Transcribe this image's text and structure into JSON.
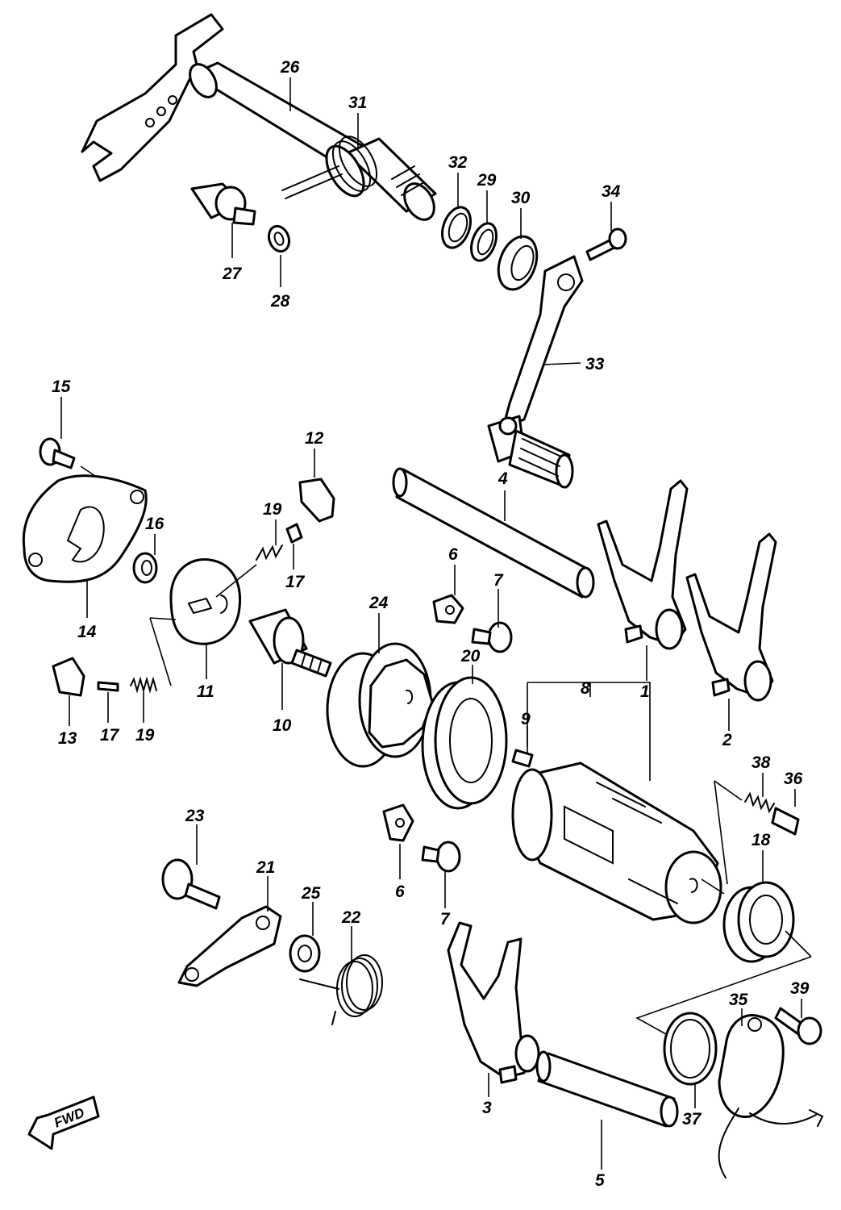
{
  "figure": {
    "fwd_label": "FWD",
    "callouts": {
      "p1": "1",
      "p2": "2",
      "p3": "3",
      "p4": "4",
      "p5": "5",
      "p6a": "6",
      "p6b": "6",
      "p7a": "7",
      "p7b": "7",
      "p8": "8",
      "p9": "9",
      "p10": "10",
      "p11": "11",
      "p12": "12",
      "p13": "13",
      "p14": "14",
      "p15": "15",
      "p16": "16",
      "p17a": "17",
      "p17b": "17",
      "p18": "18",
      "p19a": "19",
      "p19b": "19",
      "p20": "20",
      "p21": "21",
      "p22": "22",
      "p23": "23",
      "p24": "24",
      "p25": "25",
      "p26": "26",
      "p27": "27",
      "p28": "28",
      "p29": "29",
      "p30": "30",
      "p31": "31",
      "p32": "32",
      "p33": "33",
      "p34": "34",
      "p35": "35",
      "p36": "36",
      "p37": "37",
      "p38": "38",
      "p39": "39"
    }
  }
}
